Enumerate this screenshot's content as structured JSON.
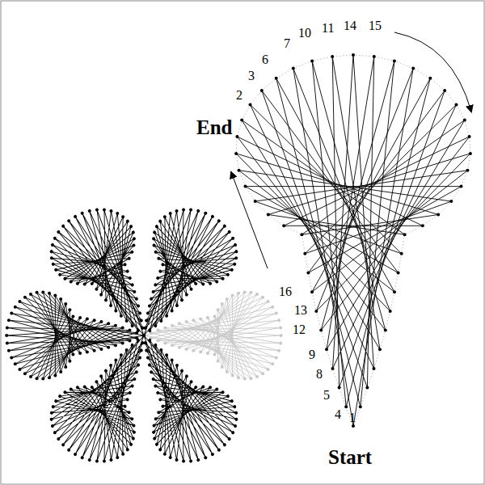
{
  "diagram": {
    "labels": [
      "End",
      "Start",
      "1",
      "4",
      "5",
      "8",
      "9",
      "12",
      "13",
      "16",
      "2",
      "3",
      "6",
      "7",
      "10",
      "11",
      "14",
      "15"
    ]
  }
}
